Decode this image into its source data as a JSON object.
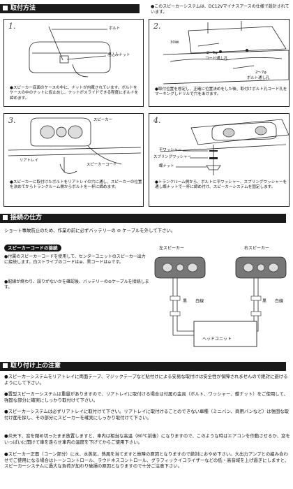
{
  "install": {
    "title": "取付方法",
    "intro": "●このスピーカーシステムは、DC12Vマイナスアースの仕様で設計されています。",
    "steps": [
      {
        "num": "1.",
        "caption": "●スピーカー底面のケースの中に、ナットが内蔵されています。ボルトをケースの中のナットに仮止めし、ナットがスライドできる程度にボルトを締めます。"
      },
      {
        "num": "2.",
        "caption": "●取付位置を想定し、正確に位置決めをした後、取付けボルト孔コード孔をマーキングしドリルで穴をあけます。"
      },
      {
        "num": "3.",
        "caption": "●スピーカーに取付けたボルトをリアトレイの穴に通し、スピーカーの位置を決めてからトランクルーム側からボルトを一杯に締めます。"
      },
      {
        "num": "4.",
        "caption": "●トランクルーム側から、ボルトに平ワッシャー、スプリングワッシャーを通し蝶ナットで一杯に締め付け、スピーカーシステムを固定します。"
      }
    ],
    "labels1": {
      "bolt": "ボルト",
      "nut": "埋込みナット"
    },
    "labels2": {
      "a": "30㎜",
      "b": "2～5φ",
      "c": "コード通し孔",
      "d": "2～7φ",
      "e": "ボルト通し孔"
    },
    "labels3": {
      "speaker": "スピーカー",
      "tray": "リアトレイ",
      "cord": "スピーカーコード"
    },
    "labels4": {
      "washer": "平ワッシャー",
      "spring": "スプリングワッシャー",
      "wingnut": "蝶ナット"
    }
  },
  "wiring": {
    "title": "接続の仕方",
    "warning": "ショート事故防止のため、作業の前に必ずバッテリーの ⊖ ケーブルを外して下さい。",
    "sub": "スピーカーコードの接続",
    "notes": [
      "●付属のスピーカーコードを使用して、センターユニットのスピーカー出力に接続します。白ストライブのコードは⊕、黒コードは⊖です。",
      "●配線が終わり、誤りがないかを確認後、バッテリーの⊖ケーブルを接続します。"
    ],
    "left": "左スピーカー",
    "right": "右スピーカー",
    "wire_left": "黒",
    "wire_right": "白線",
    "head_unit": "ヘッドユニット"
  },
  "cautions": {
    "title": "取り付け上の注意",
    "items": [
      "●スピーカーシステムをリアトレイに両面テープ、マジックテープなど貼付けによる安易な取付けは安全性が保障されませんので絶対に避けるようにして下さい。",
      "●置型スピーカーシステムは重量がありますので、リアトレイに取付ける場合は付属の金具（ボルト、ワッシャー、蝶ナット）をご使用して、強固な部分に確実にしっかり取付けて下さい。",
      "●スピーカーシステムは必ずリアトレイに取付けて下さい。リアトレイに取付けることのできない車種（ミニバン、商用バンなど）は強固な取付け面を探し、その部分にスピーカーを確実にしっかり取付けて下さい。",
      "●炎天下、窓を閉め切ったまま放置しますと、車内は相当な高温（80℃前後）になりますので、このような時はエアコンを作動させるか、窓をいっぱいに開けて車を走らせ車内の温度を下げてからご使用下さい。",
      "●スピーカー正面（コーン部分）に水、水蒸気、熱風を当てますと故障の原因となりますので絶対におやめ下さい。大出力アンプとの組み合わせでご使用になる場合はトーンコントロール、ラウドネスコントロール、グラフィックイコライザーなどの低・高音域を上げ過ぎにしますと、スピーカーシステムに過大な負荷が加わり破損の原因となりますので十分ご注意下さい。"
    ]
  }
}
